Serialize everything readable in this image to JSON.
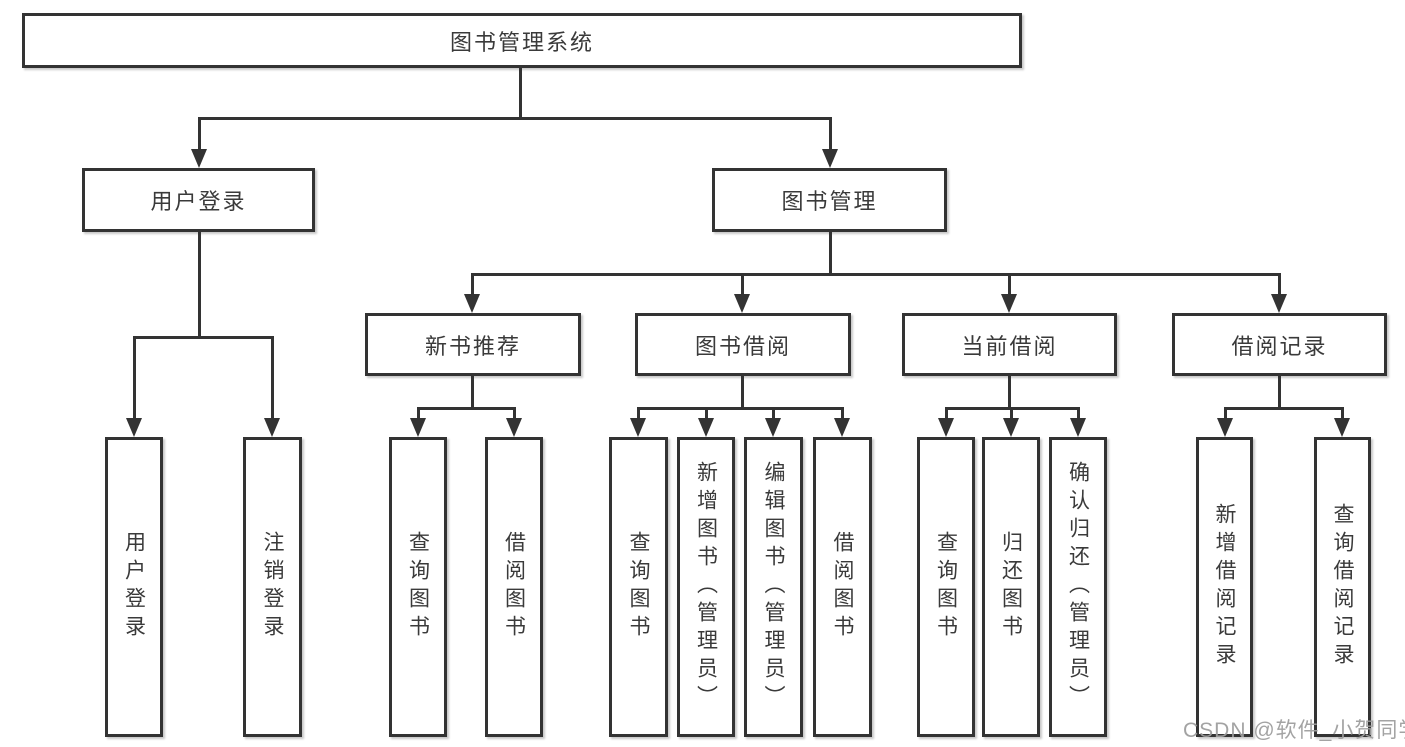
{
  "root": {
    "label": "图书管理系统"
  },
  "level2": [
    {
      "label": "用户登录"
    },
    {
      "label": "图书管理"
    }
  ],
  "level3": [
    {
      "label": "新书推荐"
    },
    {
      "label": "图书借阅"
    },
    {
      "label": "当前借阅"
    },
    {
      "label": "借阅记录"
    }
  ],
  "leaves": [
    {
      "label": "用户登录"
    },
    {
      "label": "注销登录"
    },
    {
      "label": "查询图书"
    },
    {
      "label": "借阅图书"
    },
    {
      "label": "查询图书"
    },
    {
      "label": "新增图书（管理员）"
    },
    {
      "label": "编辑图书（管理员）"
    },
    {
      "label": "借阅图书"
    },
    {
      "label": "查询图书"
    },
    {
      "label": "归还图书"
    },
    {
      "label": "确认归还（管理员）"
    },
    {
      "label": "新增借阅记录"
    },
    {
      "label": "查询借阅记录"
    }
  ],
  "watermark": "CSDN @软件_小贺同学",
  "colors": {
    "line": "#333333",
    "text": "#3a3a3a",
    "background": "#ffffff",
    "watermark": "#9e9e9e"
  }
}
